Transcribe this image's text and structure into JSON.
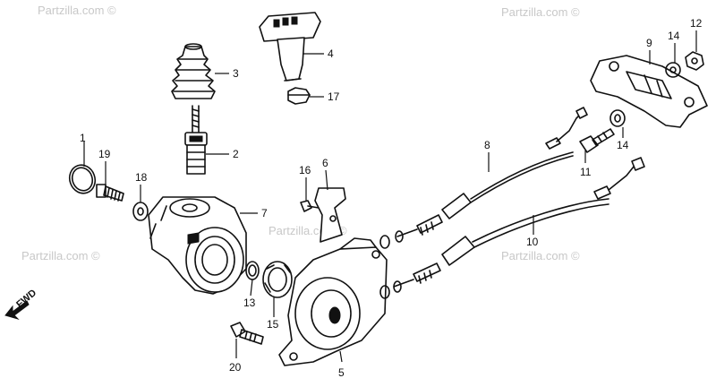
{
  "watermarks": [
    {
      "text": "Partzilla.com ©"
    },
    {
      "text": "Partzilla.com ©"
    },
    {
      "text": "Partzilla.com ©"
    },
    {
      "text": "Partzilla.com ©"
    },
    {
      "text": "Partzilla.com ©"
    }
  ],
  "fwd_label": "FWD",
  "callouts": [
    "1",
    "2",
    "3",
    "4",
    "5",
    "6",
    "7",
    "8",
    "9",
    "10",
    "11",
    "12",
    "13",
    "14",
    "14",
    "15",
    "16",
    "17",
    "18",
    "19",
    "20"
  ]
}
